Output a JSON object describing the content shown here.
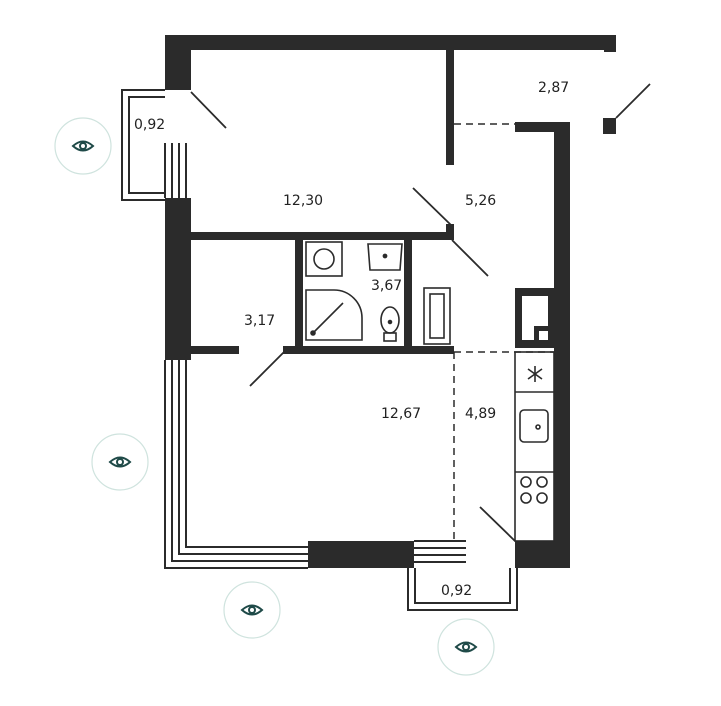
{
  "floor_plan": {
    "rooms": [
      {
        "id": "room-12-30",
        "area": "12,30"
      },
      {
        "id": "hall-5-26",
        "area": "5,26"
      },
      {
        "id": "storage-2-87",
        "area": "2,87"
      },
      {
        "id": "bathroom-3-67",
        "area": "3,67"
      },
      {
        "id": "closet-3-17",
        "area": "3,17"
      },
      {
        "id": "living-12-67",
        "area": "12,67"
      },
      {
        "id": "kitchen-4-89",
        "area": "4,89"
      },
      {
        "id": "balcony-top-0-92",
        "area": "0,92"
      },
      {
        "id": "balcony-bottom-0-92",
        "area": "0,92"
      }
    ]
  },
  "view_markers": [
    {
      "icon": "eye-icon"
    },
    {
      "icon": "eye-icon"
    },
    {
      "icon": "eye-icon"
    },
    {
      "icon": "eye-icon"
    }
  ],
  "colors": {
    "wall": "#2b2b2b",
    "marker_circle": "#cfe3de",
    "marker_icon": "#1f4a48",
    "text": "#222222"
  }
}
